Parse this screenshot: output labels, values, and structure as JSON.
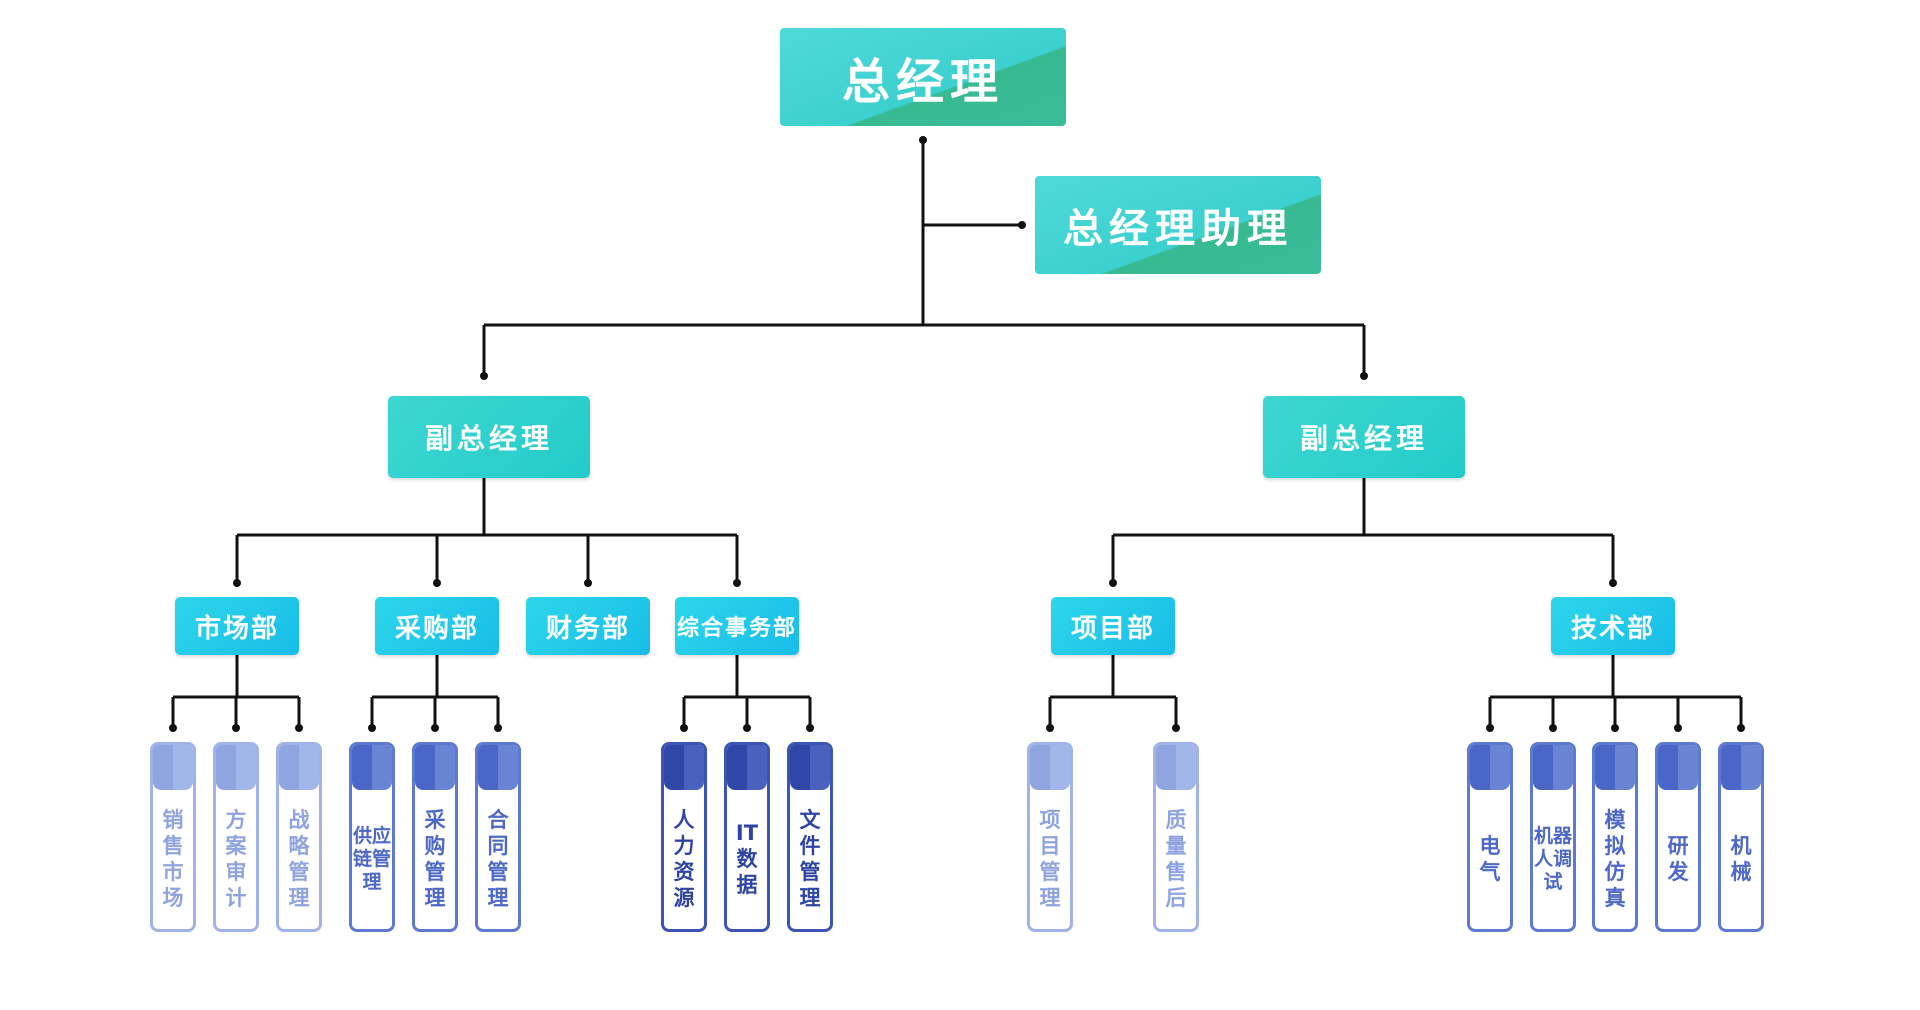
{
  "colors": {
    "line": "#111111",
    "accent_teal": "#3cd0cf",
    "accent_sky": "#18bde8",
    "leaf_light": "#8fa4de",
    "leaf_mid": "#4d68c6",
    "leaf_dark": "#2e44a3"
  },
  "org": {
    "ceo": "总经理",
    "assistant": "总经理助理",
    "vp_left": "副总经理",
    "vp_right": "副总经理",
    "departments": [
      {
        "label": "市场部",
        "tone": "light",
        "subs": [
          "销售市场",
          "方案审计",
          "战略管理"
        ]
      },
      {
        "label": "采购部",
        "tone": "mid",
        "subs": [
          "供应链管理",
          "采购管理",
          "合同管理"
        ]
      },
      {
        "label": "财务部",
        "tone": "mid",
        "subs": []
      },
      {
        "label": "综合事务部",
        "tone": "dark",
        "subs": [
          "人力资源",
          "IT数据",
          "文件管理"
        ]
      },
      {
        "label": "项目部",
        "tone": "light",
        "subs": [
          "项目管理",
          "质量售后"
        ]
      },
      {
        "label": "技术部",
        "tone": "mid",
        "subs": [
          "电气",
          "机器人调试",
          "模拟仿真",
          "研发",
          "机械"
        ]
      }
    ]
  }
}
